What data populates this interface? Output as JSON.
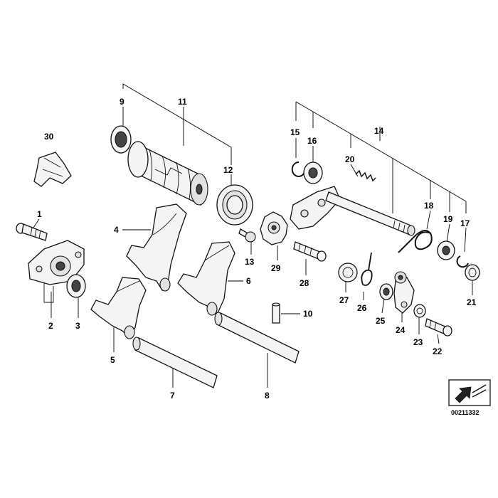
{
  "labels": {
    "p1": "1",
    "p2": "2",
    "p3": "3",
    "p4": "4",
    "p5": "5",
    "p6": "6",
    "p7": "7",
    "p8": "8",
    "p9": "9",
    "p10": "10",
    "p11": "11",
    "p12": "12",
    "p13": "13",
    "p14": "14",
    "p15": "15",
    "p16": "16",
    "p17": "17",
    "p18": "18",
    "p19": "19",
    "p20": "20",
    "p21": "21",
    "p22": "22",
    "p23": "23",
    "p24": "24",
    "p25": "25",
    "p26": "26",
    "p27": "27",
    "p28": "28",
    "p29": "29",
    "p30": "30"
  },
  "diagram_code": "00211332",
  "colors": {
    "line": "#111111",
    "shade": "#444444",
    "light": "#f4f4f4"
  }
}
